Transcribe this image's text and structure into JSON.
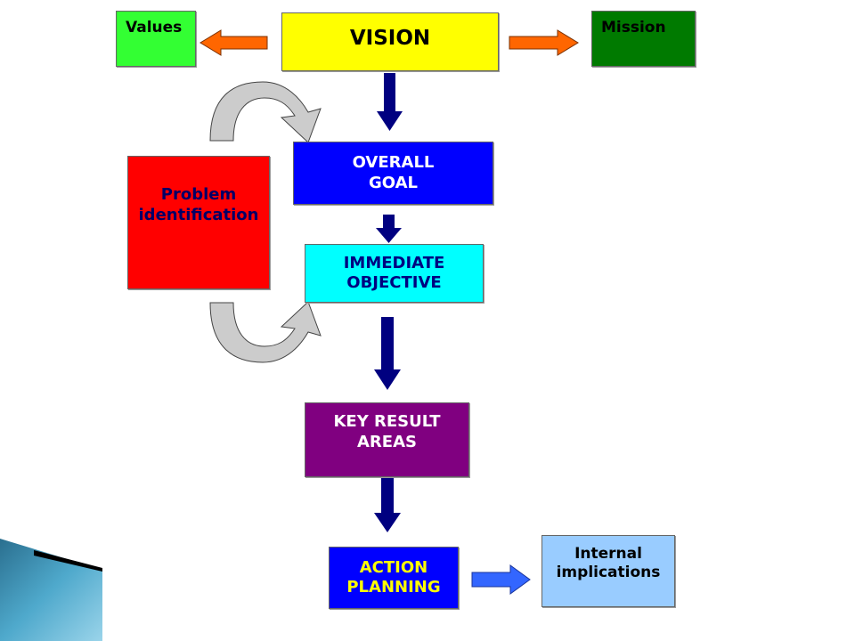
{
  "nodes": {
    "values": {
      "label": "Values",
      "color": "#33ff33",
      "text_color": "#000000"
    },
    "vision": {
      "label": "VISION",
      "color": "#ffff00",
      "text_color": "#000000"
    },
    "mission": {
      "label": "Mission",
      "color": "#007a00",
      "text_color": "#000000"
    },
    "overall_goal": {
      "label": "OVERALL\nGOAL",
      "color": "#0000ff",
      "text_color": "#ffffff"
    },
    "problem_identification": {
      "label": "Problem\nidentification",
      "color": "#ff0000",
      "text_color": "#000066"
    },
    "immediate_objective": {
      "label": "IMMEDIATE\nOBJECTIVE",
      "color": "#00ffff",
      "text_color": "#000080"
    },
    "key_result_areas": {
      "label": "KEY RESULT\nAREAS",
      "color": "#800080",
      "text_color": "#ffffff"
    },
    "action_planning": {
      "label": "ACTION\nPLANNING",
      "color": "#0000ff",
      "text_color": "#ffff00"
    },
    "internal_implications": {
      "label": "Internal\nimplications",
      "color": "#99ccff",
      "text_color": "#000000"
    }
  },
  "edges": [
    {
      "from": "vision",
      "to": "values",
      "style": "orange-block-arrow"
    },
    {
      "from": "vision",
      "to": "mission",
      "style": "orange-block-arrow"
    },
    {
      "from": "vision",
      "to": "overall_goal",
      "style": "navy-block-arrow"
    },
    {
      "from": "overall_goal",
      "to": "immediate_objective",
      "style": "navy-block-arrow"
    },
    {
      "from": "immediate_objective",
      "to": "key_result_areas",
      "style": "navy-block-arrow"
    },
    {
      "from": "key_result_areas",
      "to": "action_planning",
      "style": "navy-block-arrow"
    },
    {
      "from": "action_planning",
      "to": "internal_implications",
      "style": "blue-block-arrow"
    },
    {
      "from": "problem_identification",
      "to": "overall_goal",
      "style": "gray-curved-arrow"
    },
    {
      "from": "problem_identification",
      "to": "immediate_objective",
      "style": "gray-curved-arrow"
    }
  ],
  "colors": {
    "orange_arrow": "#ff6600",
    "navy_arrow": "#000080",
    "blue_arrow": "#3366ff",
    "curved_arrow": "#cccccc"
  }
}
